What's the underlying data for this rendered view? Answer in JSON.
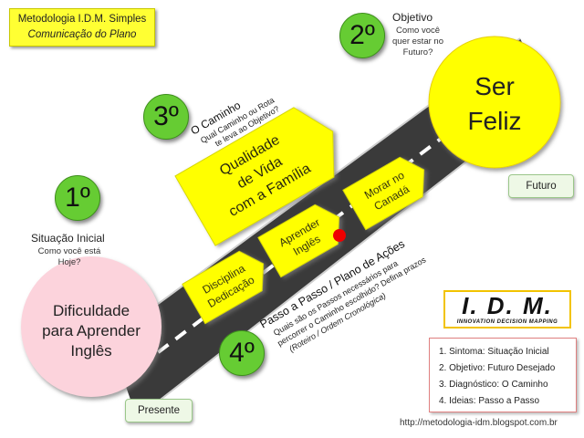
{
  "header": {
    "title": "Metodologia I.D.M. Simples",
    "subtitle": "Comunicação do Plano"
  },
  "steps": {
    "step1": {
      "number": "1º",
      "title": "Situação Inicial",
      "question_line1": "Como você está",
      "question_line2": "Hoje?"
    },
    "step2": {
      "number": "2º",
      "title": "Objetivo",
      "question_line1": "Como você",
      "question_line2": "quer estar no",
      "question_line3": "Futuro?"
    },
    "step3": {
      "number": "3º",
      "title": "O Caminho",
      "question_line1": "Qual Caminho ou Rota",
      "question_line2": "te leva ao Objetivo?"
    },
    "step4": {
      "number": "4º",
      "title": "Passo a Passo / Plano de Ações",
      "question_line1": "Quais são os Passos necessários para",
      "question_line2": "percorrer o Caminho escolhido?  Defina prazos",
      "question_line3": "(Roteiro / Ordem Cronológica)"
    }
  },
  "start_circle": {
    "line1": "Dificuldade",
    "line2": "para Aprender",
    "line3": "Inglês"
  },
  "goal_circle": {
    "line1": "Ser",
    "line2": "Feliz"
  },
  "path_sign": {
    "line1": "Qualidade",
    "line2": "de Vida",
    "line3": "com a Família"
  },
  "action_signs": [
    {
      "line1": "Disciplina",
      "line2": "Dedicação"
    },
    {
      "line1": "Aprender",
      "line2": "Inglês"
    },
    {
      "line1": "Morar no",
      "line2": "Canadá"
    }
  ],
  "labels": {
    "present": "Presente",
    "future": "Futuro"
  },
  "logo": {
    "text": "I. D. M.",
    "subtitle": "INNOVATION DECISION MAPPING"
  },
  "legend": [
    "1. Sintoma:  Situação Inicial",
    "2. Objetivo:  Futuro Desejado",
    "3. Diagnóstico:  O Caminho",
    "4. Ideias:  Passo a Passo"
  ],
  "url": "http://metodologia-idm.blogspot.com.br",
  "colors": {
    "road": "#3a3a3a",
    "sign_yellow": "#ffff00",
    "step_green": "#66cc33",
    "start_pink": "#fcd3dc",
    "goal_yellow": "#ffff00",
    "marker_red": "#ee0000"
  }
}
